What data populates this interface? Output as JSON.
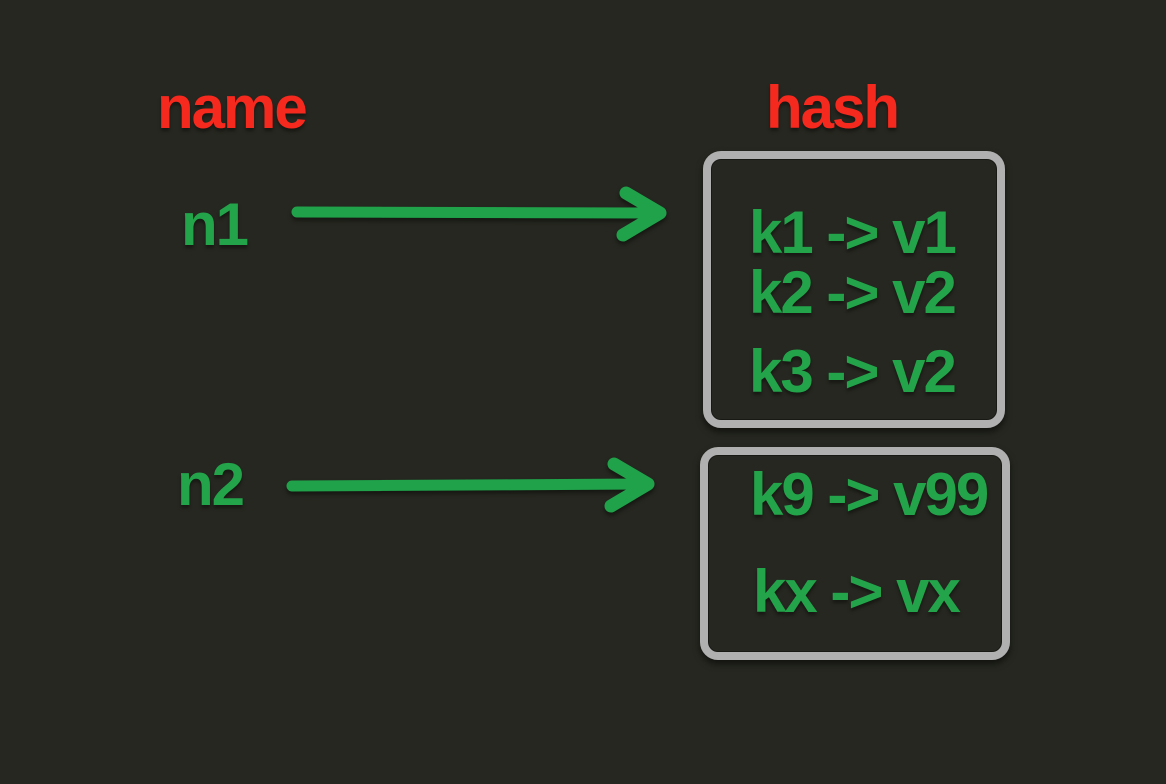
{
  "colors": {
    "bg": "#262720",
    "label_red": "#f6291e",
    "text_green": "#23a34a",
    "arrow_green": "#1fa24a",
    "box_border": "#b0b0b0"
  },
  "columns": {
    "name_label": "name",
    "hash_label": "hash"
  },
  "mappings": [
    {
      "name": "n1",
      "hash_entries": [
        "k1 -> v1",
        "k2 -> v2",
        "k3 -> v2"
      ]
    },
    {
      "name": "n2",
      "hash_entries": [
        "k9 -> v99",
        "kx -> vx"
      ]
    }
  ]
}
